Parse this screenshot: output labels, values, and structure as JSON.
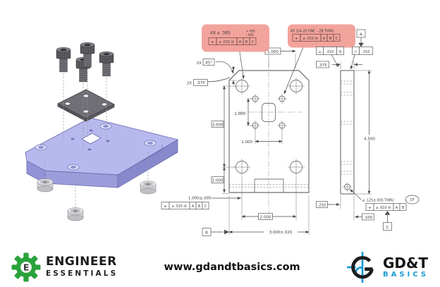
{
  "footer": {
    "url": "www.gdandtbasics.com",
    "ee_line1": "ENGINEER",
    "ee_line2": "ESSENTIALS",
    "ee_monogram": "E",
    "gdt_line1": "GD&T",
    "gdt_line2": "BASICS"
  },
  "colors": {
    "highlight_pink": "#f2a39c",
    "engineer_green": "#2aa23c",
    "gdt_blue": "#1b9ad2",
    "base_plate_lavender": "#b7b9ee",
    "cover_plate_gray": "#6f6f75",
    "drawing_line": "#4a4a4a"
  },
  "callout_holes": {
    "qty_dia": "4X ⌀ .365",
    "tol_plus": "+.005",
    "tol_minus": "-.005",
    "fcf_sym": "⌖",
    "fcf_tol": "⌀ .015 Ⓜ",
    "d1": "A",
    "d2": "B",
    "d3": "C"
  },
  "callout_threads": {
    "note": "4X 1/4-20 UNC - 2B THRU",
    "fcf_sym": "⌖",
    "fcf_tol": "⌀ .015 Ⓜ",
    "d1": "A",
    "d2": "B",
    "d3": "C"
  },
  "front": {
    "chamfer_qty": "2X",
    "chamfer_angle": "45°",
    "top_spacing": "1.000",
    "depth_qty": "2X",
    "chamfer_depth": ".375",
    "height_3": "3.000",
    "height_1": "1.000",
    "sh_vert": "1.000",
    "sh_horiz": "1.000",
    "slot_loc": "1.000±.005",
    "slot_fcf_sym": "⌖",
    "slot_fcf_tol": "⌀ .015 Ⓜ",
    "slot_d1": "A",
    "slot_d2": "B",
    "slot_d3": "C",
    "hole_span": "2.000",
    "overall_w": "3.000±.020",
    "datum_b": "B"
  },
  "side": {
    "profile_sym": "⌓",
    "profile_tol": ".010",
    "profile_datum": "A",
    "flat_sym": "▱",
    "flat_tol": ".010",
    "datum_a": "A",
    "thickness": ".375",
    "height": "4.500",
    "step": ".250",
    "step2": ".100",
    "hole_note": "⌀ .125±.005 THRU",
    "cf": "CF",
    "hole_fcf_sym": "⌖",
    "hole_fcf_tol": "⌀ .010 Ⓜ",
    "hole_d1": "A",
    "hole_d2": "B",
    "datum_c": "C"
  }
}
